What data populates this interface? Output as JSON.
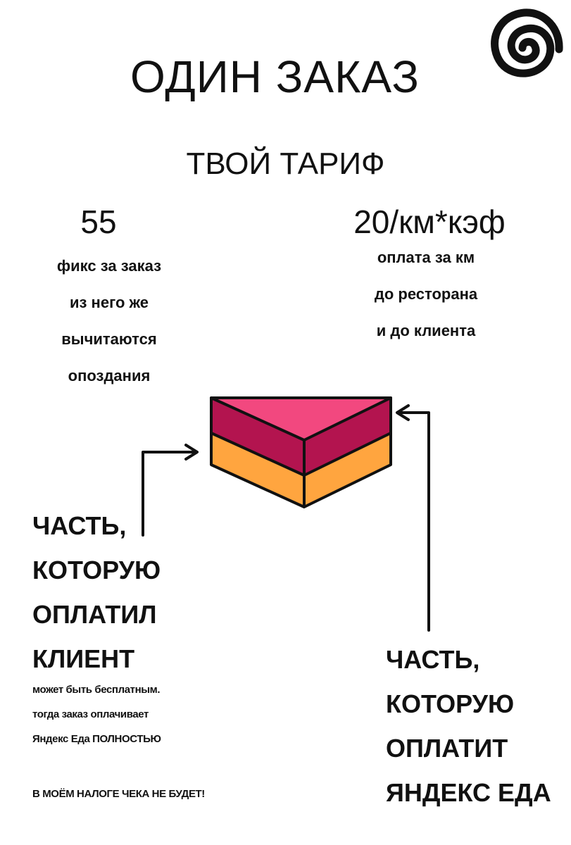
{
  "header": {
    "title": "ОДИН ЗАКАЗ",
    "logo_icon": "spiral-icon"
  },
  "tariff": {
    "title": "ТВОЙ ТАРИФ",
    "fixed": {
      "value": "55",
      "lines": [
        "фикс за заказ",
        "из него же",
        "вычитаются",
        "опоздания"
      ]
    },
    "per_km": {
      "value": "20/км*кэф",
      "lines": [
        "оплата за км",
        "до ресторана",
        "и до клиента"
      ]
    }
  },
  "diagram": {
    "colors": {
      "top": "#f2487f",
      "middle": "#b3144f",
      "bottom": "#ffa53f",
      "stroke": "#111111"
    }
  },
  "client_part": {
    "lines": [
      "ЧАСТЬ,",
      "КОТОРУЮ",
      "ОПЛАТИЛ",
      "КЛИЕНТ"
    ],
    "notes": [
      "может быть бесплатным.",
      "тогда заказ оплачивает",
      "Яндекс Еда ПОЛНОСТЬЮ"
    ],
    "warning": "В МОЁМ НАЛОГЕ ЧЕКА НЕ БУДЕТ!"
  },
  "yandex_part": {
    "lines": [
      "ЧАСТЬ,",
      "КОТОРУЮ",
      "ОПЛАТИТ",
      "ЯНДЕКС ЕДА"
    ]
  }
}
